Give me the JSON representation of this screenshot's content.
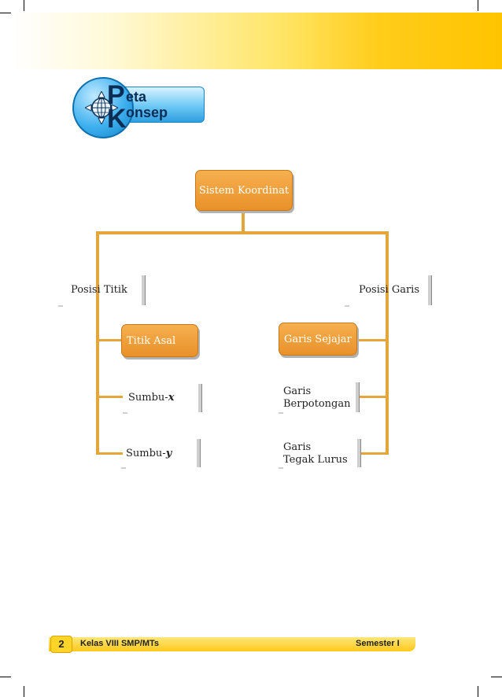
{
  "header": {
    "badge_letter_1": "P",
    "badge_word_1": "eta",
    "badge_letter_2": "K",
    "badge_word_2": "onsep",
    "band_color": "#ffc400",
    "badge_color": "#2f9fe0",
    "globe_icon": "globe-compass-icon"
  },
  "diagram": {
    "root": "Sistem Koordinat",
    "left_branch": "Posisi Titik",
    "right_branch": "Posisi Garis",
    "left_children": [
      "Titik Asal",
      "Sumbu-",
      "Sumbu-"
    ],
    "left_child_vars": [
      "",
      "x",
      "y"
    ],
    "right_children": [
      "Garis Sejajar",
      "Garis",
      "Garis"
    ],
    "right_child_second_lines": [
      "",
      "Berpotongan",
      "Tegak Lurus"
    ],
    "node_color": "#e8912a",
    "line_color": "#e4a53b"
  },
  "footer": {
    "page_number": "2",
    "class_label": "Kelas VIII SMP/MTs",
    "semester_label": "Semester I",
    "bar_color": "#ffc81a"
  }
}
